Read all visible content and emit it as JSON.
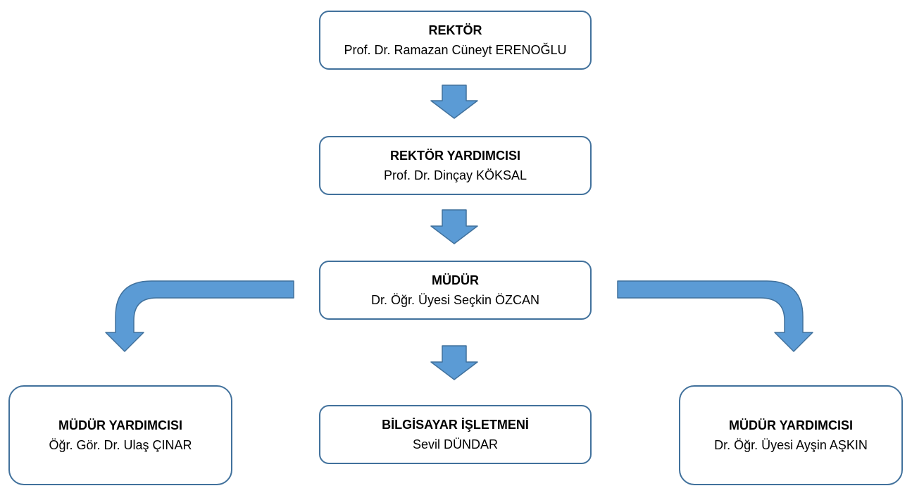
{
  "nodes": {
    "rector": {
      "title": "REKTÖR",
      "name": "Prof. Dr. Ramazan Cüneyt ERENOĞLU"
    },
    "vice_rector": {
      "title": "REKTÖR YARDIMCISI",
      "name": "Prof. Dr. Dinçay KÖKSAL"
    },
    "director": {
      "title": "MÜDÜR",
      "name": "Dr. Öğr. Üyesi Seçkin ÖZCAN"
    },
    "deputy_left": {
      "title": "MÜDÜR YARDIMCISI",
      "name": "Öğr. Gör. Dr. Ulaş ÇINAR"
    },
    "operator": {
      "title": "BİLGİSAYAR İŞLETMENİ",
      "name": "Sevil DÜNDAR"
    },
    "deputy_right": {
      "title": "MÜDÜR YARDIMCISI",
      "name": "Dr. Öğr. Üyesi Ayşin AŞKIN"
    }
  },
  "colors": {
    "arrow_fill": "#5b9bd5",
    "arrow_stroke": "#41719c",
    "box_border": "#41719c"
  }
}
